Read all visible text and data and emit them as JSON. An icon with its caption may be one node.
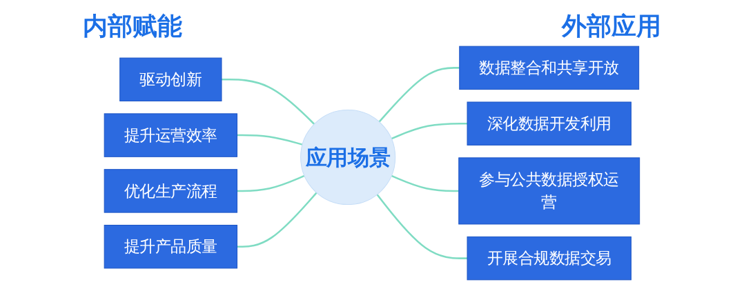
{
  "diagram": {
    "nodes": [
      {
        "text": [
          "驱动创新"
        ]
      },
      {
        "text": [
          "提升运营效率"
        ]
      },
      {
        "text": [
          "优化生产流程"
        ]
      },
      {
        "text": [
          "提升产品质量"
        ]
      },
      {
        "text": [
          "应用场景"
        ]
      },
      {
        "text": [
          "数据整合和共享开放"
        ]
      },
      {
        "text": [
          "深化数据开发利用"
        ]
      },
      {
        "text": [
          "参与公共数据授权运营"
        ]
      },
      {
        "text": [
          "开展合规数据交易"
        ]
      }
    ],
    "edges": [
      {
        "from": 0,
        "to": 4,
        "arrow": "none"
      },
      {
        "from": 1,
        "to": 4,
        "arrow": "none"
      },
      {
        "from": 2,
        "to": 4,
        "arrow": "none"
      },
      {
        "from": 3,
        "to": 4,
        "arrow": "none"
      },
      {
        "from": 4,
        "to": 5,
        "arrow": "none"
      },
      {
        "from": 4,
        "to": 6,
        "arrow": "none"
      },
      {
        "from": 4,
        "to": 7,
        "arrow": "none"
      },
      {
        "from": 4,
        "to": 8,
        "arrow": "none"
      }
    ],
    "labels": [
      "内部赋能",
      "外部应用"
    ]
  }
}
